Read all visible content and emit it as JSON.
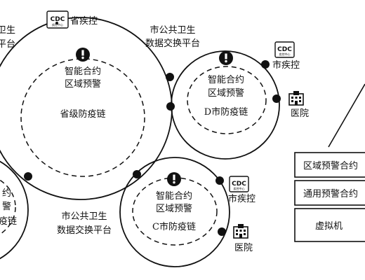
{
  "provincial": {
    "cdc_badge": "CDC",
    "cdc_badge_sub": "疾控中心",
    "cdc_label": "省疾控",
    "contract_line1": "智能合约",
    "contract_line2": "区域预警",
    "chain_label": "省级防疫链",
    "left_platform_line1": "卫生",
    "left_platform_line2": "平台"
  },
  "top_platform": {
    "line1": "市公共卫生",
    "line2": "数据交换平台"
  },
  "bottom_platform": {
    "line1": "市公共卫生",
    "line2": "数据交换平台"
  },
  "city_d": {
    "cdc_badge": "CDC",
    "cdc_badge_sub": "疾控中心",
    "cdc_label": "市疾控",
    "contract_line1": "智能合约",
    "contract_line2": "区域预警",
    "chain_label": "D市防疫链",
    "hospital_label": "医院"
  },
  "city_c": {
    "cdc_badge": "CDC",
    "cdc_badge_sub": "疾控中心",
    "cdc_label": "市疾控",
    "contract_line1": "智能合约",
    "contract_line2": "区域预警",
    "chain_label": "C市防疫链",
    "hospital_label": "医院"
  },
  "left_partial": {
    "line1": "约",
    "line2": "警",
    "line3": "疫链"
  },
  "stack": {
    "layers": [
      "区域预警合约",
      "通用预警合约",
      "虚拟机"
    ]
  }
}
